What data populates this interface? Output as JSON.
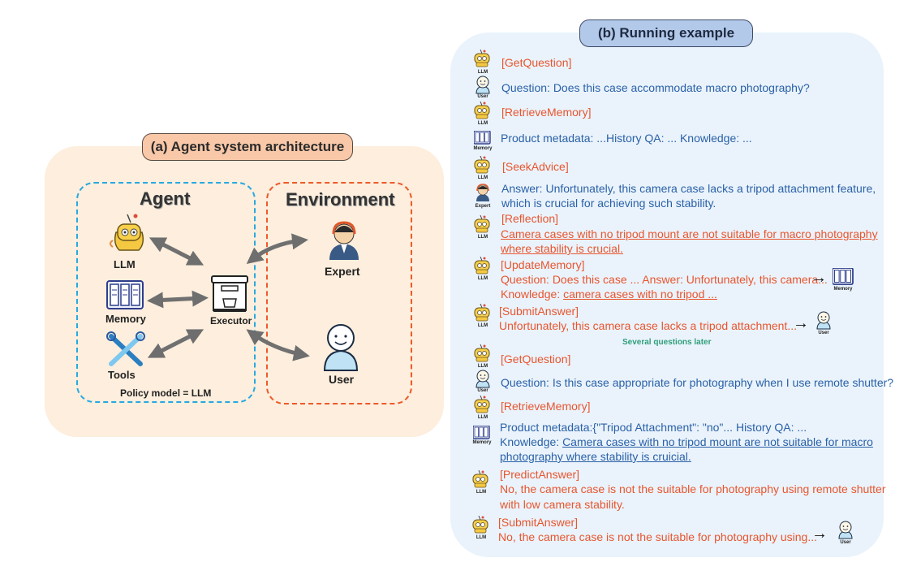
{
  "panel_a": {
    "title": "(a) Agent system architecture",
    "agent_title": "Agent",
    "environment_title": "Environment",
    "llm_label": "LLM",
    "memory_label": "Memory",
    "tools_label": "Tools",
    "executor_label": "Executor",
    "expert_label": "Expert",
    "user_label": "User",
    "policy_label": "Policy model = LLM"
  },
  "panel_b": {
    "title": "(b) Running example",
    "icon_captions": {
      "llm": "LLM",
      "user": "User",
      "memory": "Memory",
      "expert": "Expert"
    },
    "steps": [
      {
        "text": "[GetQuestion]"
      },
      {
        "text": "Question: Does this case accommodate macro photography?"
      },
      {
        "text": "[RetrieveMemory]"
      },
      {
        "text": "Product metadata: ...History QA: ... Knowledge: ..."
      },
      {
        "text": "[SeekAdvice]"
      },
      {
        "text": "Answer: Unfortunately, this camera case lacks a tripod attachment feature,"
      },
      {
        "text": "which is crucial for achieving such stability."
      },
      {
        "text": "[Reflection]"
      },
      {
        "text": "Camera cases with no tripod mount are not suitable for macro photography "
      },
      {
        "text": "where stability is crucial."
      },
      {
        "text": "[UpdateMemory]"
      },
      {
        "text": "Question: Does this case ...  Answer: Unfortunately, this camera..."
      },
      {
        "text": "Knowledge: "
      },
      {
        "text": "camera cases with no tripod ..."
      },
      {
        "text": "[SubmitAnswer]"
      },
      {
        "text": "Unfortunately, this camera case lacks a tripod attachment..."
      },
      {
        "text": "Several questions later"
      },
      {
        "text": "[GetQuestion]"
      },
      {
        "text": "Question: Is this case appropriate for photography when I use remote shutter?"
      },
      {
        "text": "[RetrieveMemory]"
      },
      {
        "text": "Product metadata:{\"Tripod Attachment\": \"no\"... History QA: ..."
      },
      {
        "text": "Knowledge: "
      },
      {
        "text": "Camera cases with no tripod mount are not suitable for macro"
      },
      {
        "text": "photography where stability is cruicial."
      },
      {
        "text": "[PredictAnswer]"
      },
      {
        "text": "No, the camera case is not the suitable for photography using remote shutter"
      },
      {
        "text": "with low camera stability."
      },
      {
        "text": "[SubmitAnswer]"
      },
      {
        "text": "No, the camera case is not the suitable for photography using..."
      }
    ],
    "arrow_glyph": "→"
  },
  "colors": {
    "panel_a_bg": "#fdeedd",
    "panel_b_bg": "#eaf3fb",
    "agent_border": "#27a9e1",
    "environment_border": "#ee5a2a",
    "action_tag": "#e8552f",
    "content_text": "#2a61a8",
    "separator": "#2e9e7a"
  }
}
